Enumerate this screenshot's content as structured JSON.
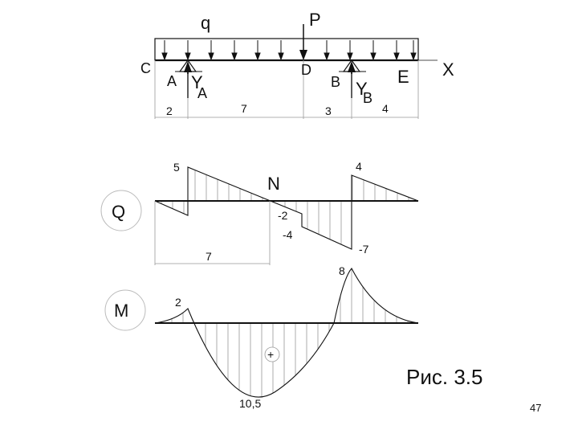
{
  "beam": {
    "q_label": "q",
    "p_label": "P",
    "point_c": "C",
    "point_a": "A",
    "point_d": "D",
    "point_b": "B",
    "point_e": "E",
    "axis_x": "X",
    "ya_main": "Y",
    "ya_sub": "A",
    "yb_main": "Y",
    "yb_sub": "B",
    "dims": [
      "2",
      "7",
      "3",
      "4"
    ]
  },
  "q_diagram": {
    "symbol": "Q",
    "zero_label": "N",
    "values": [
      "5",
      "4",
      "-2",
      "-4",
      "-7"
    ],
    "dim": "7"
  },
  "m_diagram": {
    "symbol": "M",
    "values": [
      "2",
      "8",
      "10,5"
    ],
    "sign": "+"
  },
  "caption": "Рис. 3.5",
  "page_number": "47"
}
